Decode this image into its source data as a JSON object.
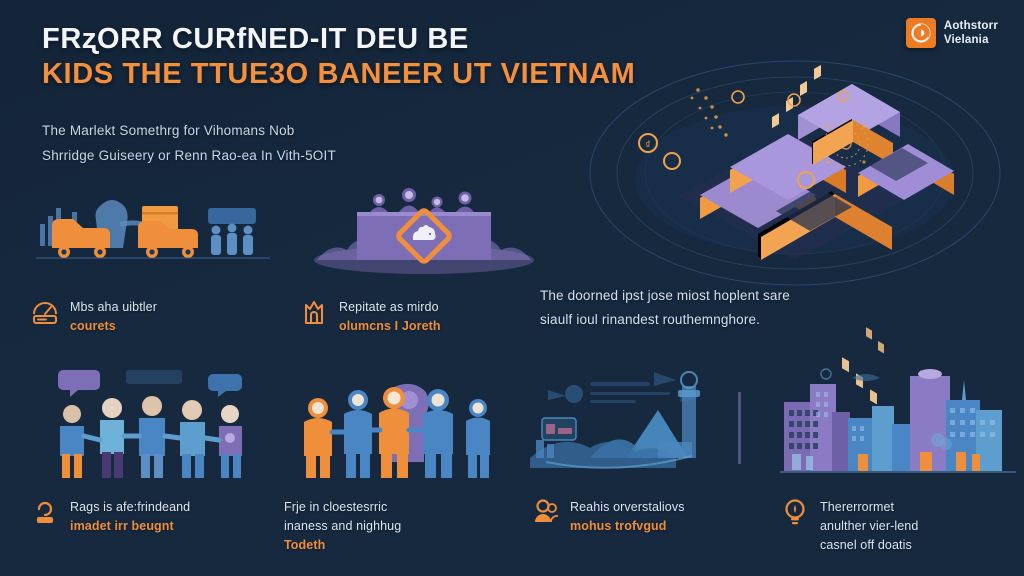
{
  "colors": {
    "bg_dark": "#16293f",
    "bg_mid": "#1d3653",
    "bg_light": "#24405f",
    "accent_orange": "#ef8f3c",
    "accent_orange_deep": "#ee7a24",
    "accent_purple": "#8b7bc4",
    "accent_purple_light": "#a596d8",
    "accent_blue": "#4a90d9",
    "text_white": "#f2f6fb",
    "text_body": "#c9d6e6"
  },
  "header": {
    "title_line1": "FRʐORR CURfNED-IT DEU BE",
    "title_line2": "KIDS THE TTUE3O BANEER UT VIETNAM",
    "subtitle_line1": "The Marlekt Somethrg for Vihomans Nob",
    "subtitle_line2": "Shrridge Guiseery or Renn Rao-ea In Vith-5OIT"
  },
  "logo": {
    "icon": "swirl-circle-icon",
    "line1": "Aothstorr",
    "line2": "Vielania"
  },
  "hero": {
    "name": "isometric-building-complex",
    "description": "isometric purple and orange building complex with orbital arc rings and floating coin icons"
  },
  "right_block": {
    "line1": "The doorned ipst jose miost hoplent sare",
    "line2": "siaulf ioul rinandest routhemnghore."
  },
  "row1": [
    {
      "art": "delivery-vans-scene",
      "icon": "gauge-icon",
      "caption_line1": "Mbs aha uibtler",
      "caption_line2": "courets",
      "caption_line2_accent": true
    },
    {
      "art": "purple-podium-scene",
      "icon": "temple-building-icon",
      "caption_line1": "Repitate as mirdo",
      "caption_line2": "olumcns I Joreth",
      "caption_line2_accent": true
    }
  ],
  "row2": [
    {
      "art": "people-holding-hands-scene",
      "icon": "person-icon",
      "caption_line1": "Rags is afe:frindeand",
      "caption_line2": "imadet irr beugnt",
      "caption_line2_accent": true
    },
    {
      "art": "flat-figures-group-scene",
      "icon": "",
      "caption_line1": "Frje in cloestesrric",
      "caption_line2": "inaness and nighhug",
      "caption_line3": "Todeth",
      "caption_line3_accent": true
    },
    {
      "art": "landscape-tower-scene",
      "icon": "people-group-icon",
      "caption_line1": "Reahis orverstaliovs",
      "caption_line2": "mohus trofvgud",
      "caption_line2_accent": true
    },
    {
      "art": "city-skyline-scene",
      "icon": "lightbulb-icon",
      "caption_line1": "Thererrormet",
      "caption_line2": "anulther vier-lend",
      "caption_line3": "casnel off doatis"
    }
  ]
}
